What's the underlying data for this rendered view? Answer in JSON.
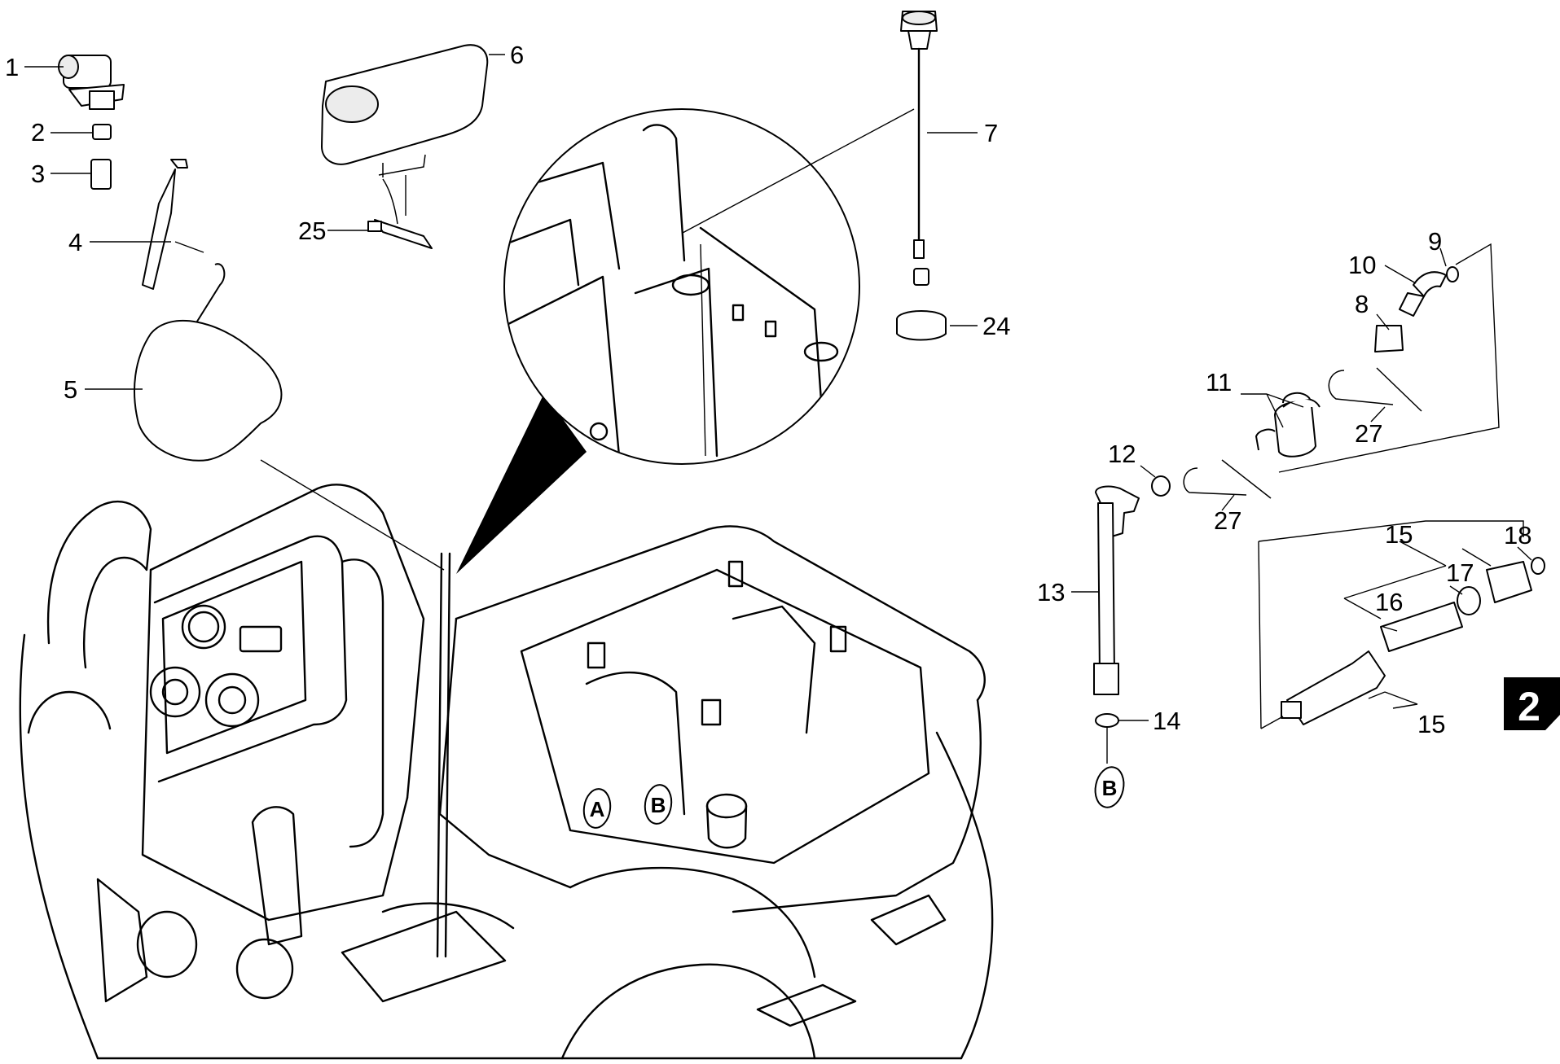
{
  "callouts": [
    {
      "id": "c1",
      "label": "1"
    },
    {
      "id": "c2",
      "label": "2"
    },
    {
      "id": "c3",
      "label": "3"
    },
    {
      "id": "c4",
      "label": "4"
    },
    {
      "id": "c5",
      "label": "5"
    },
    {
      "id": "c6",
      "label": "6"
    },
    {
      "id": "c25",
      "label": "25"
    },
    {
      "id": "c7",
      "label": "7"
    },
    {
      "id": "c24",
      "label": "24"
    },
    {
      "id": "c9",
      "label": "9"
    },
    {
      "id": "c10",
      "label": "10"
    },
    {
      "id": "c8",
      "label": "8"
    },
    {
      "id": "c11",
      "label": "11"
    },
    {
      "id": "c27a",
      "label": "27"
    },
    {
      "id": "c12",
      "label": "12"
    },
    {
      "id": "c27b",
      "label": "27"
    },
    {
      "id": "c13",
      "label": "13"
    },
    {
      "id": "c14",
      "label": "14"
    },
    {
      "id": "c15a",
      "label": "15"
    },
    {
      "id": "c18",
      "label": "18"
    },
    {
      "id": "c17",
      "label": "17"
    },
    {
      "id": "c16",
      "label": "16"
    },
    {
      "id": "c15b",
      "label": "15"
    }
  ],
  "markers": {
    "a": "A",
    "b": "B",
    "b_end": "B"
  },
  "page_badge": "2"
}
